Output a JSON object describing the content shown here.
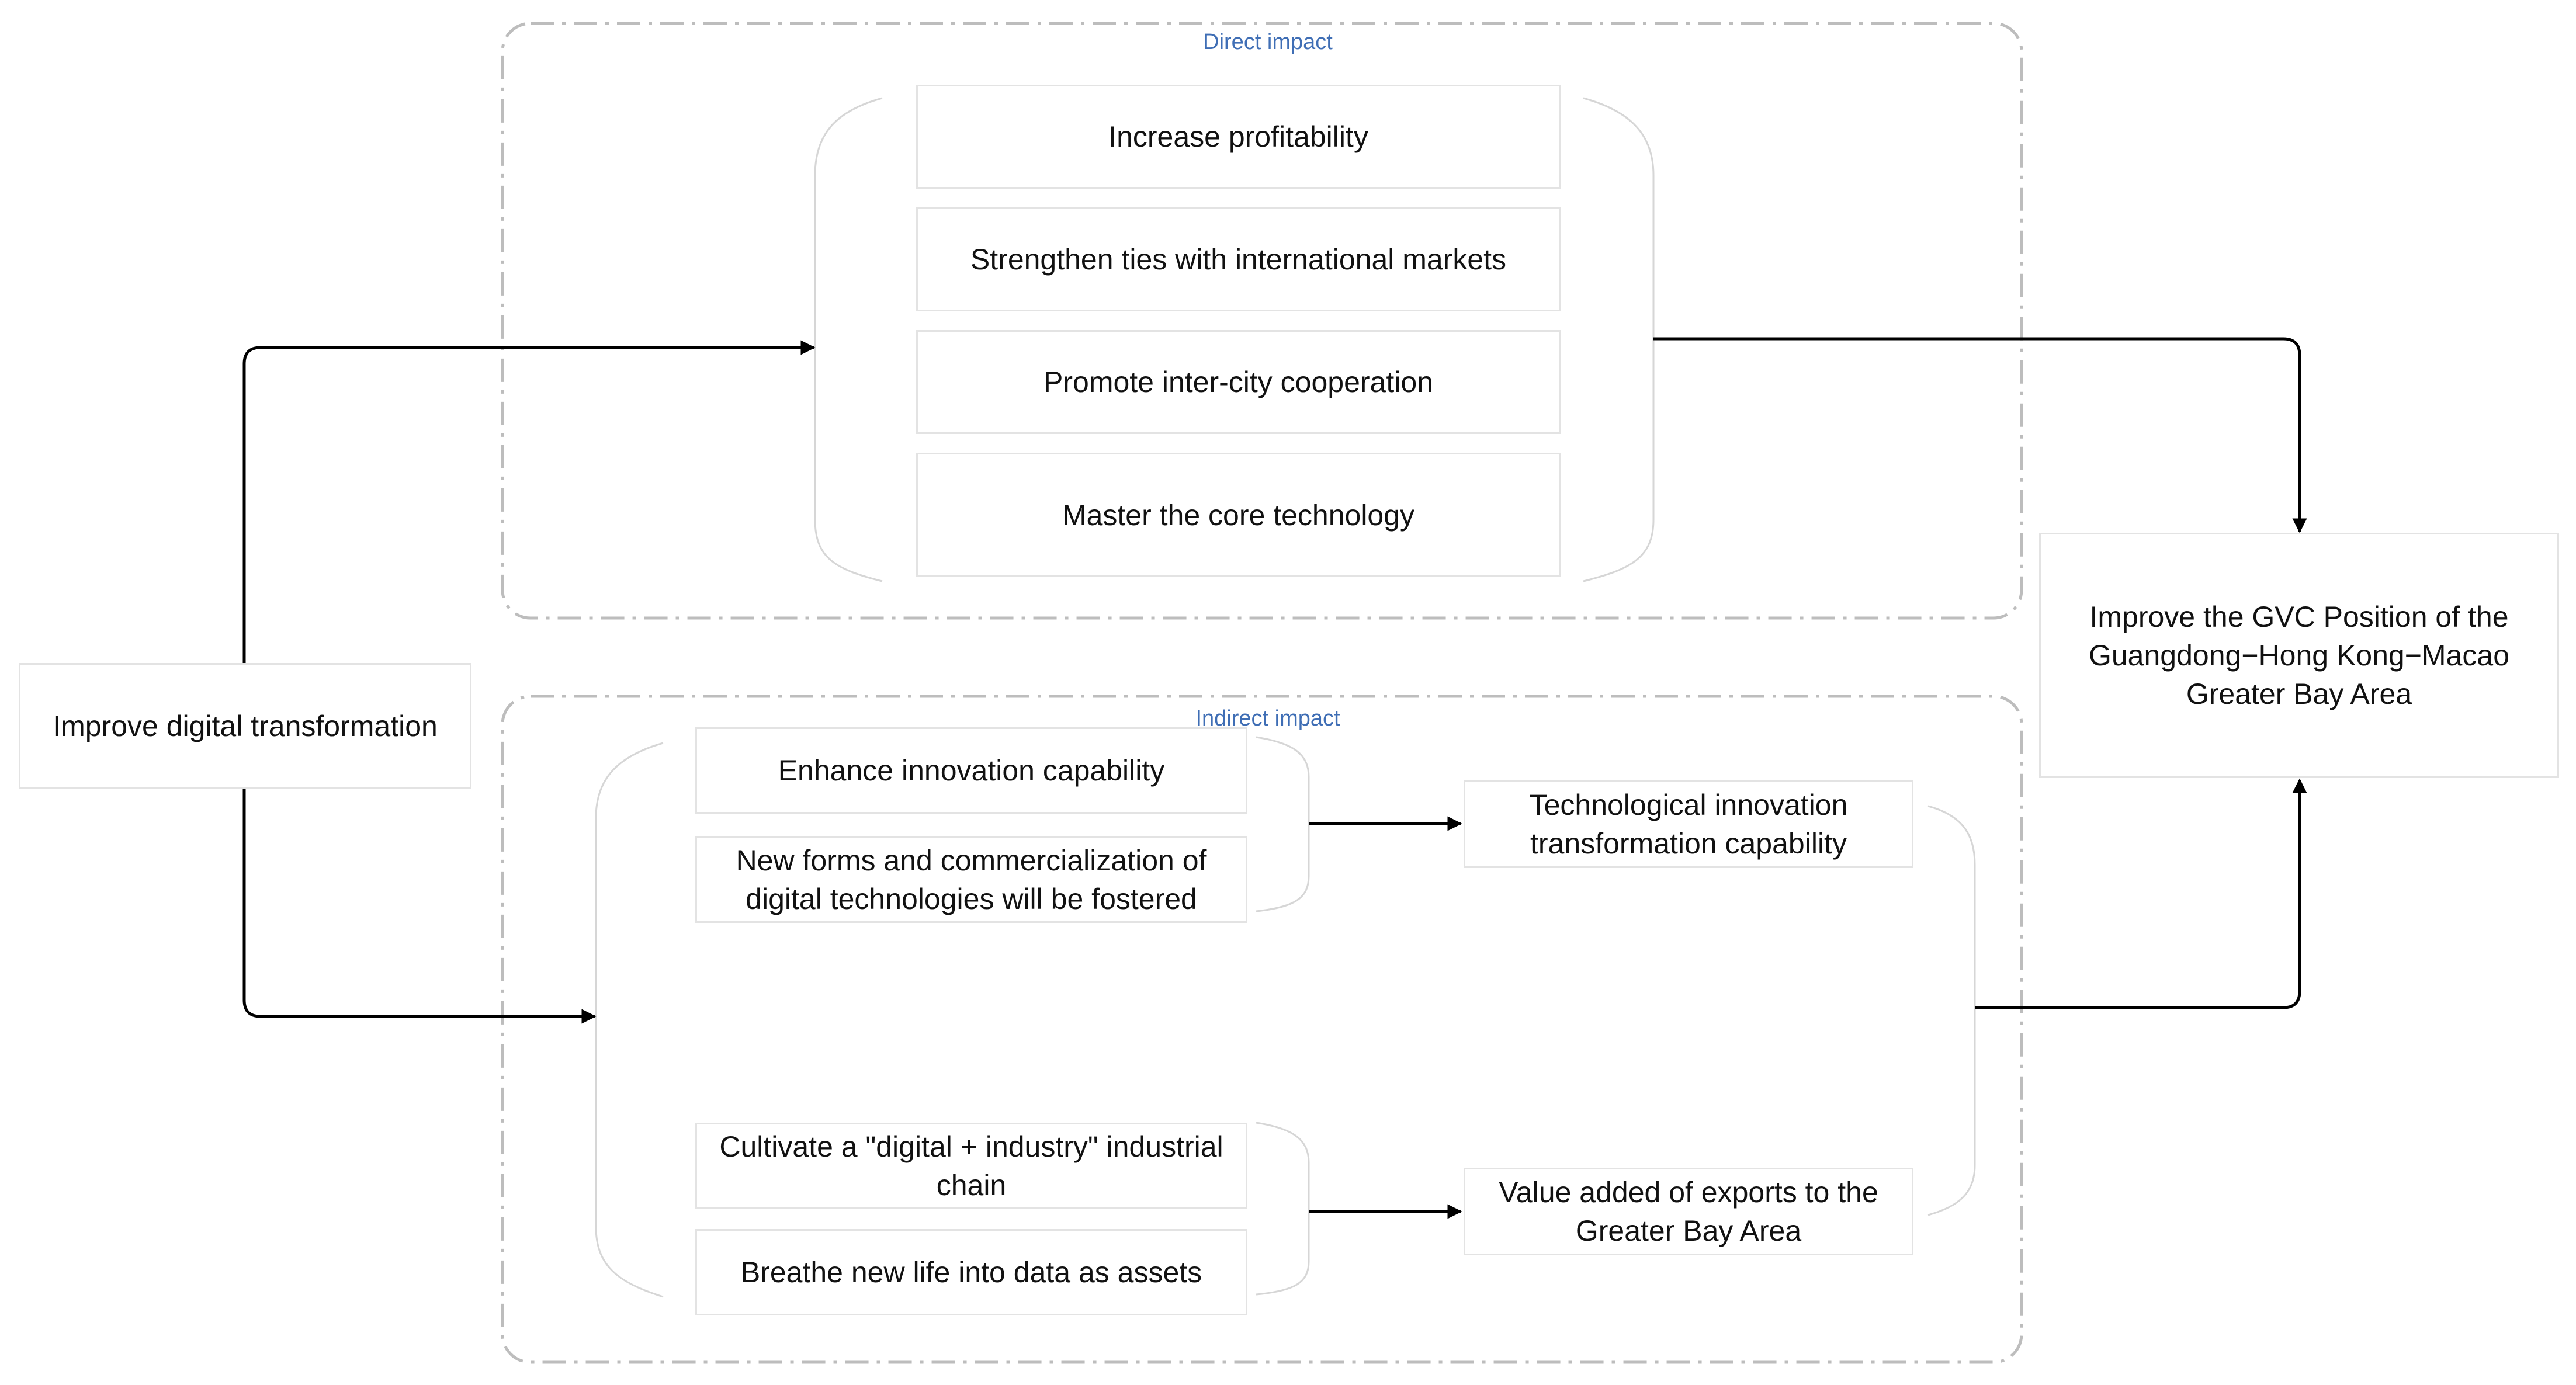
{
  "direct_group": {
    "label": "Direct impact",
    "items": [
      "Increase profitability",
      "Strengthen ties with international markets",
      "Promote inter-city cooperation",
      "Master the core technology"
    ]
  },
  "indirect_group": {
    "label": "Indirect impact",
    "upper_items": [
      "Enhance innovation capability",
      "New forms and commercialization of digital technologies will be fostered"
    ],
    "lower_items": [
      "Cultivate a \"digital + industry\" industrial chain",
      "Breathe new life into data as assets"
    ],
    "upper_outcome": "Technological innovation transformation capability",
    "lower_outcome": "Value added of exports to the Greater Bay Area"
  },
  "source_node": "Improve digital transformation",
  "target_node": "Improve the GVC Position of the Guangdong−Hong Kong−Macao Greater Bay Area",
  "colors": {
    "group_border": "#bdbdbd",
    "box_border": "#e3e3e3",
    "bracket": "#d6d6d6",
    "arrow": "#000000",
    "label": "#3f6eb5"
  }
}
